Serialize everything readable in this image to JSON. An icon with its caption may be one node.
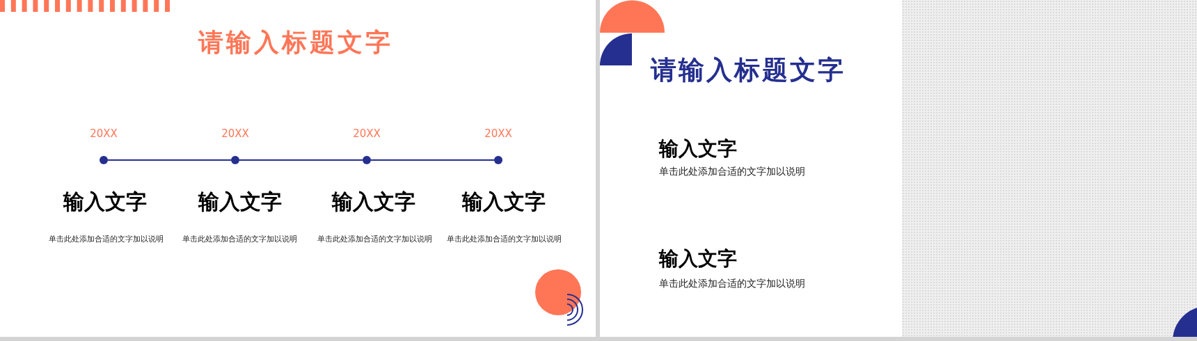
{
  "diagram": {
    "title": "请输入标题文字",
    "nodes": [
      {
        "text": [],
        "shape": "circle",
        "beside": [
          "20XX",
          "输入文字",
          "单击此处添加合适的文字加以说明"
        ]
      },
      {
        "text": [],
        "shape": "circle",
        "beside": [
          "20XX",
          "输入文字",
          "单击此处添加合适的文字加以说明"
        ]
      },
      {
        "text": [],
        "shape": "circle",
        "beside": [
          "20XX",
          "输入文字",
          "单击此处添加合适的文字加以说明"
        ]
      },
      {
        "text": [],
        "shape": "circle",
        "beside": [
          "20XX",
          "输入文字",
          "单击此处添加合适的文字加以说明"
        ]
      }
    ],
    "edges": [
      {
        "from": 0,
        "to": 1,
        "arrow": "none"
      },
      {
        "from": 1,
        "to": 2,
        "arrow": "none"
      },
      {
        "from": 2,
        "to": 3,
        "arrow": "none"
      }
    ],
    "labels": [
      "请输入标题文字",
      "输入文字",
      "单击此处添加合适的文字加以说明",
      "输入文字",
      "单击此处添加合适的文字加以说明"
    ]
  }
}
